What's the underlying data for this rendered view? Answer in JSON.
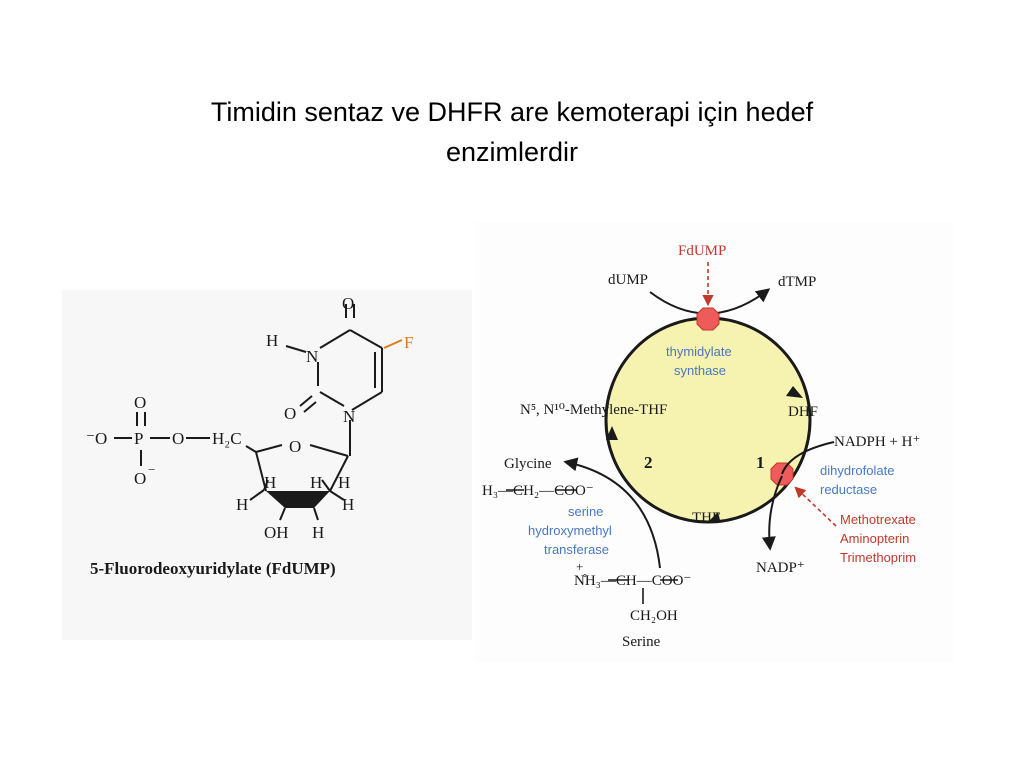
{
  "slide": {
    "title_line1": "Timidin sentaz ve DHFR are kemoterapi için hedef",
    "title_line2": "enzimlerdir"
  },
  "molecule": {
    "caption": "5-Fluorodeoxyuridylate (FdUMP)",
    "atoms": {
      "o_top": "O",
      "h_n": "H",
      "n3": "N",
      "f": "F",
      "o_c2": "O",
      "n1": "N",
      "o_neg": "⁻O",
      "p": "P",
      "o_bridge": "O",
      "h2c": "H₂C",
      "o_p_top": "O",
      "o_p_bottom": "O",
      "neg_sign": "−",
      "o_ring": "O",
      "h_a": "H",
      "h_b": "H",
      "h_c": "H",
      "h_d": "H",
      "h_e": "H",
      "h_f": "H",
      "oh": "OH"
    }
  },
  "cycle": {
    "inhibitor_top": "FdUMP",
    "dump": "dUMP",
    "dtmp": "dTMP",
    "enzyme_ts_line1": "thymidylate",
    "enzyme_ts_line2": "synthase",
    "methylene_thf": "N⁵, N¹⁰-Methylene-THF",
    "dhf": "DHF",
    "nadph": "NADPH + H⁺",
    "dhfr_line1": "dihydrofolate",
    "dhfr_line2": "reductase",
    "step1": "1",
    "step2": "2",
    "thf": "THF",
    "nadp": "NADP⁺",
    "inhibitors_dhfr": [
      "Methotrexate",
      "Aminopterin",
      "Trimethoprim"
    ],
    "glycine": "Glycine",
    "glycine_formula": "H₃—CH₂—COO⁻",
    "shmt_line1": "serine",
    "shmt_line2": "hydroxymethyl",
    "shmt_line3": "transferase",
    "serine_formula": "N̊H₃—CH—COO⁻",
    "serine_plus": "+",
    "serine_ch2oh": "CH₂OH",
    "serine": "Serine"
  },
  "colors": {
    "cycle_fill": "#f6f2b0",
    "inhibitor_red": "#c0392b",
    "enzyme_blue": "#4a78c2",
    "octagon_red": "#ee5b5b",
    "ink": "#1a1a1a"
  }
}
